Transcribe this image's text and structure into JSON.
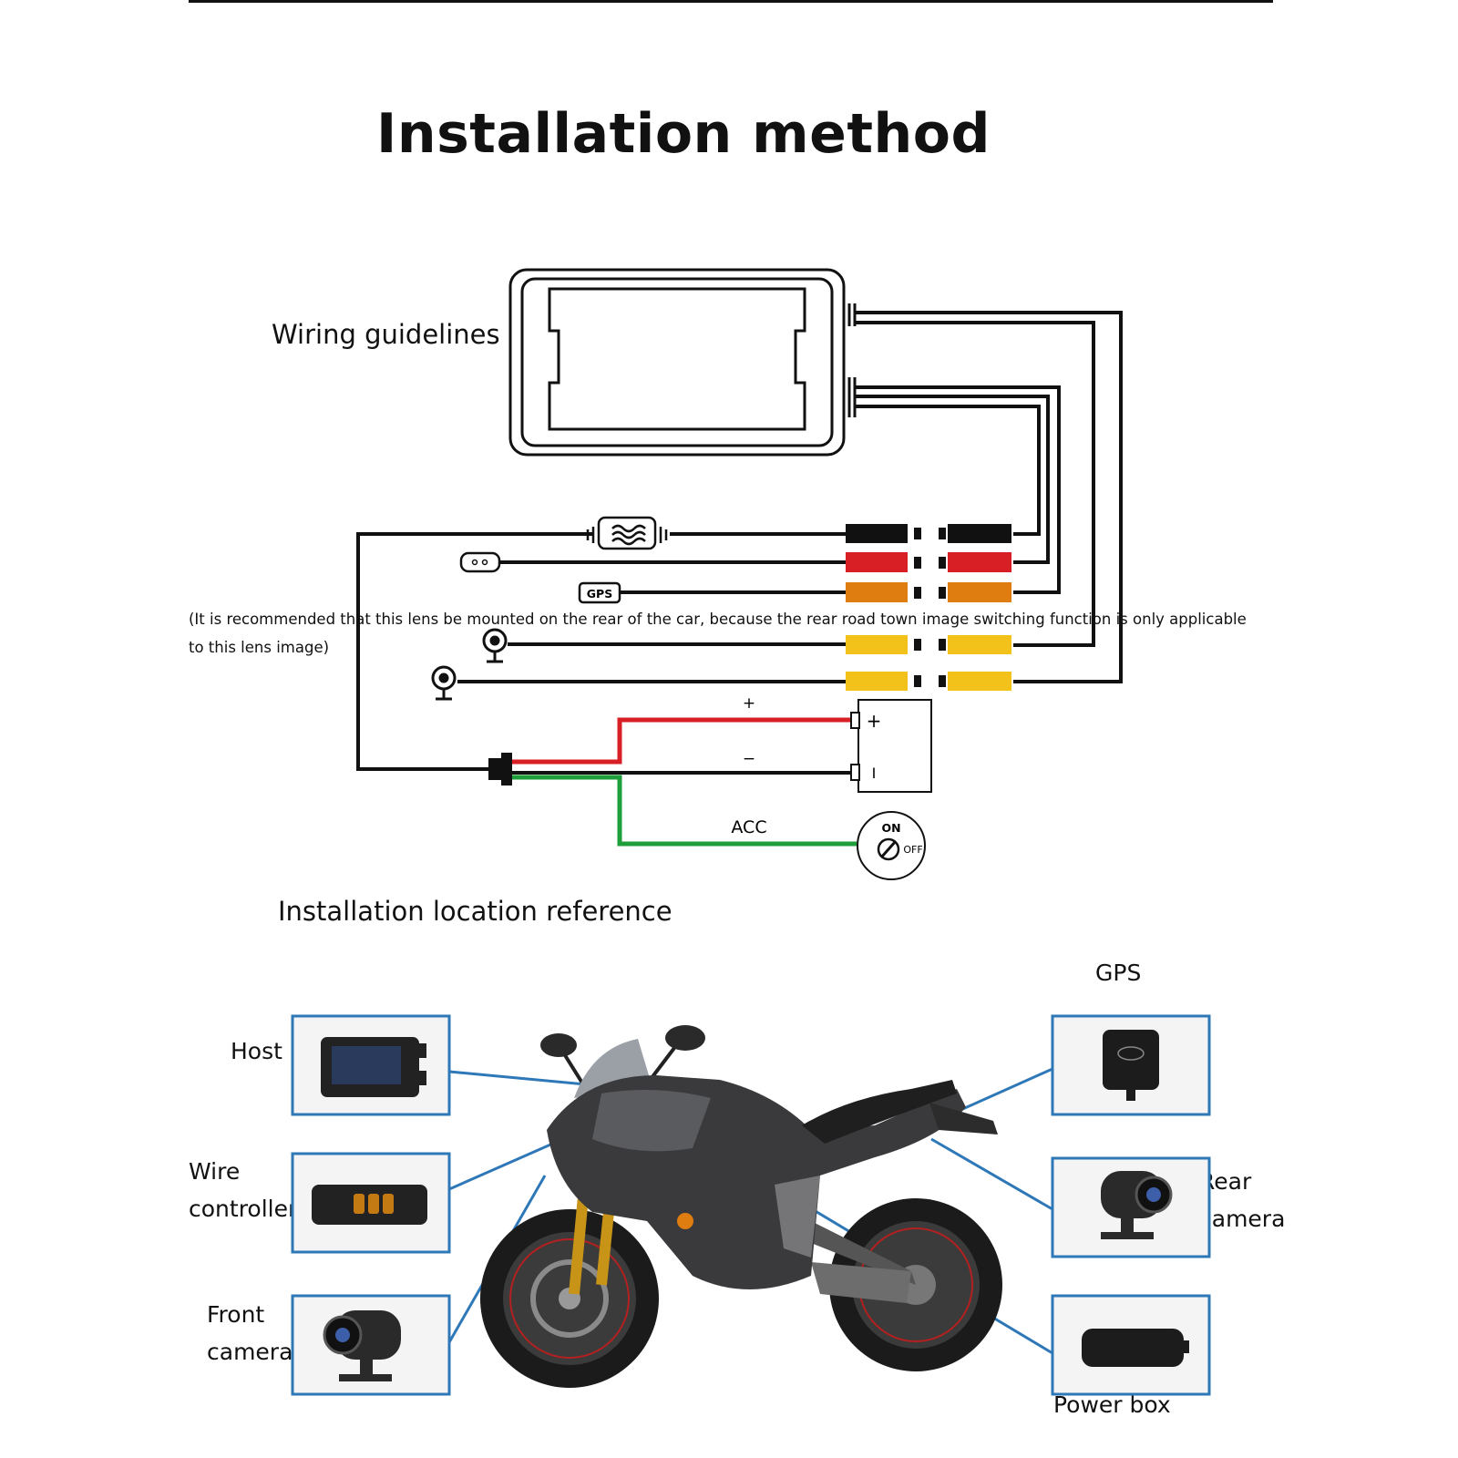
{
  "title": "Installation method",
  "wiring": {
    "heading": "Wiring guidelines",
    "gps_tag": "GPS",
    "plus_sign": "+",
    "minus_sign": "−",
    "terminal_plus": "+",
    "terminal_minus": "I",
    "acc_label": "ACC",
    "switch_on": "ON",
    "switch_off": "OFF",
    "note": "(It is recommended that this lens be mounted on the rear of the car, because the rear road town image switching function is only applicable to this lens image)",
    "wire_colors": {
      "black": "#111111",
      "red": "#d81f26",
      "orange": "#e07d10",
      "yellow": "#f2c21a",
      "green": "#1e9e3a"
    },
    "icons": [
      "fuse-icon",
      "wire-controller-icon",
      "gps-module-icon",
      "camera-icon",
      "battery-icon",
      "ignition-switch-icon"
    ]
  },
  "location": {
    "heading": "Installation location reference",
    "accent": "#2e78b8",
    "parts": {
      "host": "Host",
      "wire_controller": [
        "Wire",
        "controller"
      ],
      "front_camera": [
        "Front",
        "camera"
      ],
      "gps": "GPS",
      "rear_camera": [
        "Rear",
        "camera"
      ],
      "power_box": "Power box"
    }
  }
}
